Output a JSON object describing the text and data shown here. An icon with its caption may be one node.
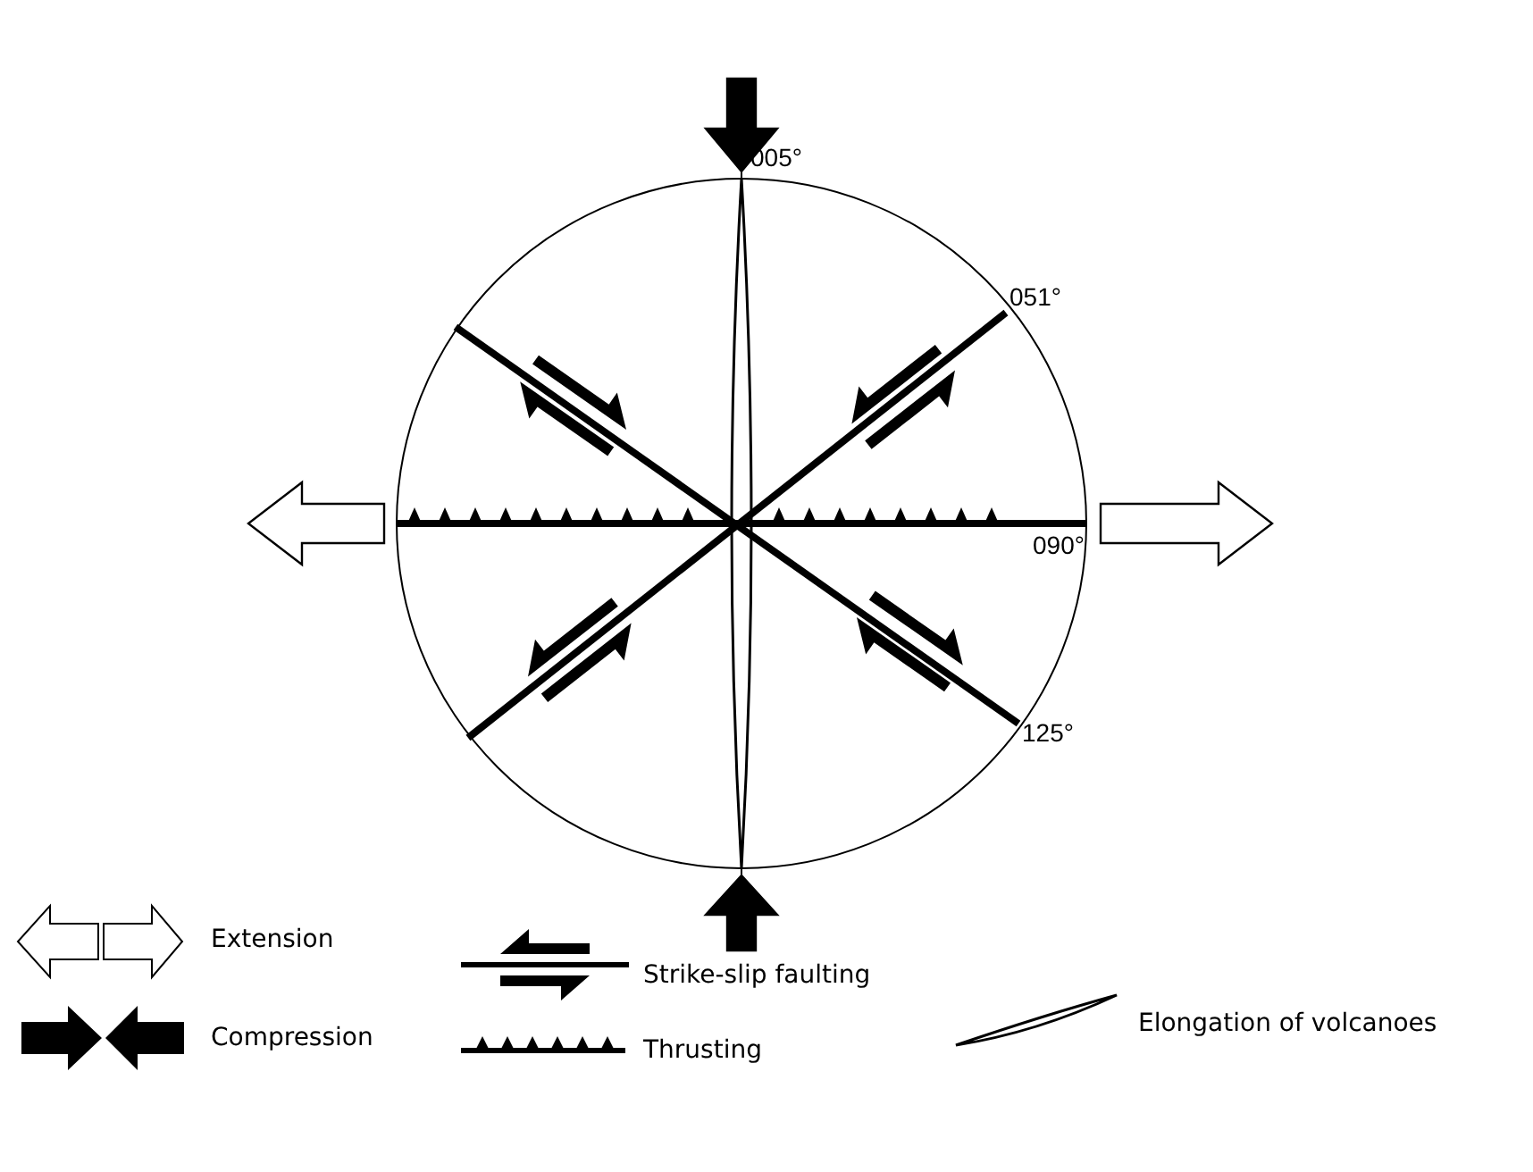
{
  "diagram": {
    "labels": [
      "005°",
      "051°",
      "090°",
      "125°"
    ],
    "legend": [
      {
        "text": "Extension"
      },
      {
        "text": "Strike-slip faulting"
      },
      {
        "text": "Compression"
      },
      {
        "text": "Thrusting"
      },
      {
        "text": "Elongation of volcanoes"
      }
    ]
  }
}
